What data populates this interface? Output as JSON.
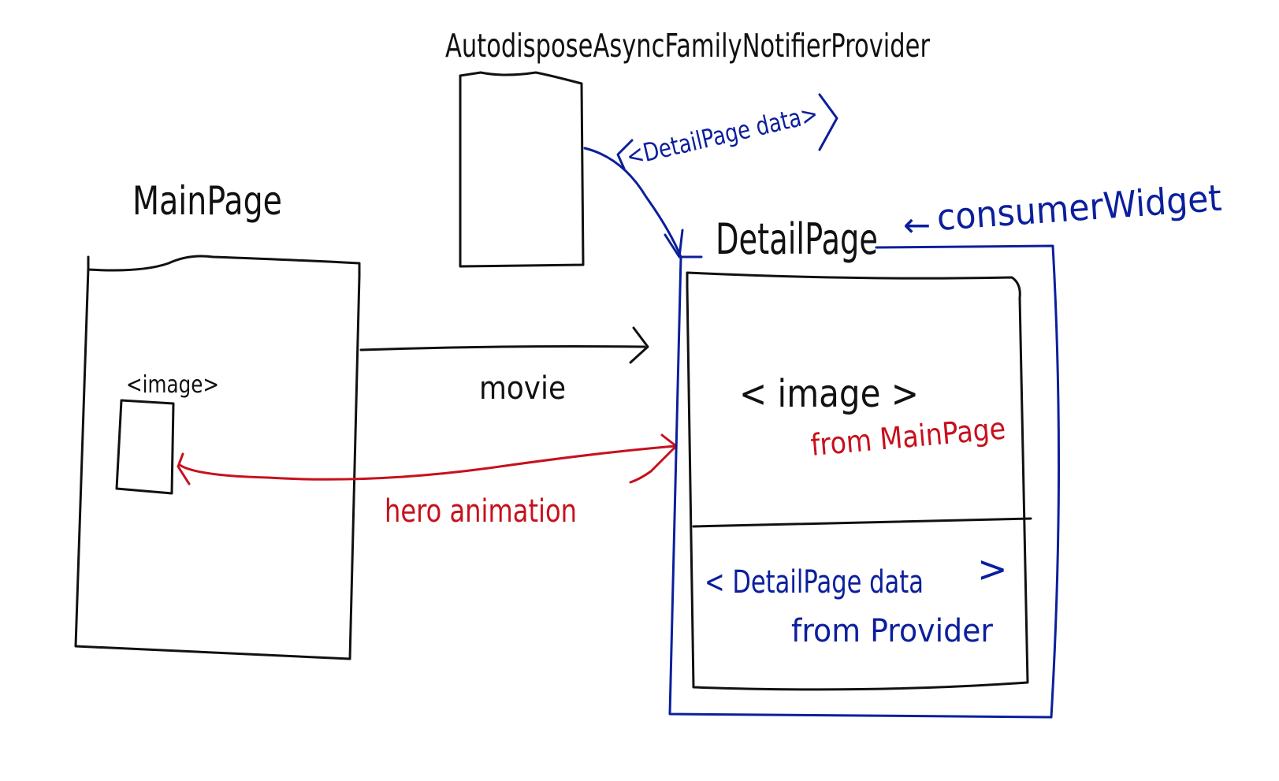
{
  "colors": {
    "ink": "#111111",
    "blue": "#0b1f9c",
    "red": "#c8101c",
    "background": "#ffffff"
  },
  "provider": {
    "title": "AutodisposeAsyncFamilyNotifierProvider",
    "output_label": "<DetailPage data>"
  },
  "main_page": {
    "title": "MainPage",
    "image_label": "<image>"
  },
  "edge_movie": {
    "label": "movie"
  },
  "edge_hero": {
    "label": "hero animation"
  },
  "detail_page": {
    "title": "DetailPage",
    "widget_type": "consumerWidget",
    "widget_type_arrow": "←",
    "image_label": "< image >",
    "image_source": "from MainPage",
    "data_label": "< DetailPage data",
    "data_label_close": ">",
    "data_source": "from Provider"
  }
}
